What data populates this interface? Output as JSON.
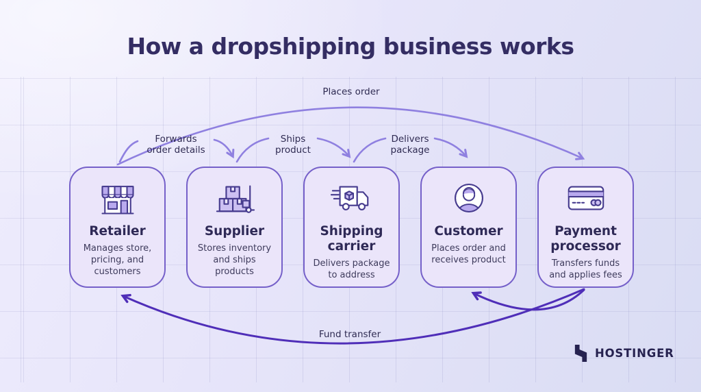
{
  "title": "How a dropshipping business works",
  "cards": [
    {
      "name": "Retailer",
      "description": "Manages store, pricing, and customers",
      "icon": "storefront-icon"
    },
    {
      "name": "Supplier",
      "description": "Stores inventory and ships products",
      "icon": "boxes-icon"
    },
    {
      "name": "Shipping carrier",
      "description": "Delivers package to address",
      "icon": "delivery-truck-icon"
    },
    {
      "name": "Customer",
      "description": "Places order and receives product",
      "icon": "person-icon"
    },
    {
      "name": "Payment processor",
      "description": "Transfers funds and applies fees",
      "icon": "credit-card-icon"
    }
  ],
  "arrows": [
    {
      "label": "Places order",
      "from": "Retailer",
      "to": "Payment processor",
      "style": "light"
    },
    {
      "label": "Forwards order details",
      "from": "Retailer",
      "to": "Supplier",
      "style": "light"
    },
    {
      "label": "Ships product",
      "from": "Supplier",
      "to": "Shipping carrier",
      "style": "light"
    },
    {
      "label": "Delivers package",
      "from": "Shipping carrier",
      "to": "Customer",
      "style": "light"
    },
    {
      "label": "Fund transfer",
      "from": "Payment processor",
      "to": "Retailer",
      "style": "dark"
    },
    {
      "label": "",
      "from": "Payment processor",
      "to": "Customer",
      "style": "dark"
    }
  ],
  "brand": {
    "logo": "hostinger-logo",
    "name": "HOSTINGER"
  },
  "colors": {
    "title_text": "#342d63",
    "card_fill": "#ebe5fa",
    "card_border": "#7560c9",
    "icon_stroke": "#463b8e",
    "icon_fill": "#b9aaee",
    "arrow_light": "#8f80e0",
    "arrow_dark": "#4f2eb8",
    "label_text": "#2f2b52",
    "brand_text": "#262250"
  }
}
